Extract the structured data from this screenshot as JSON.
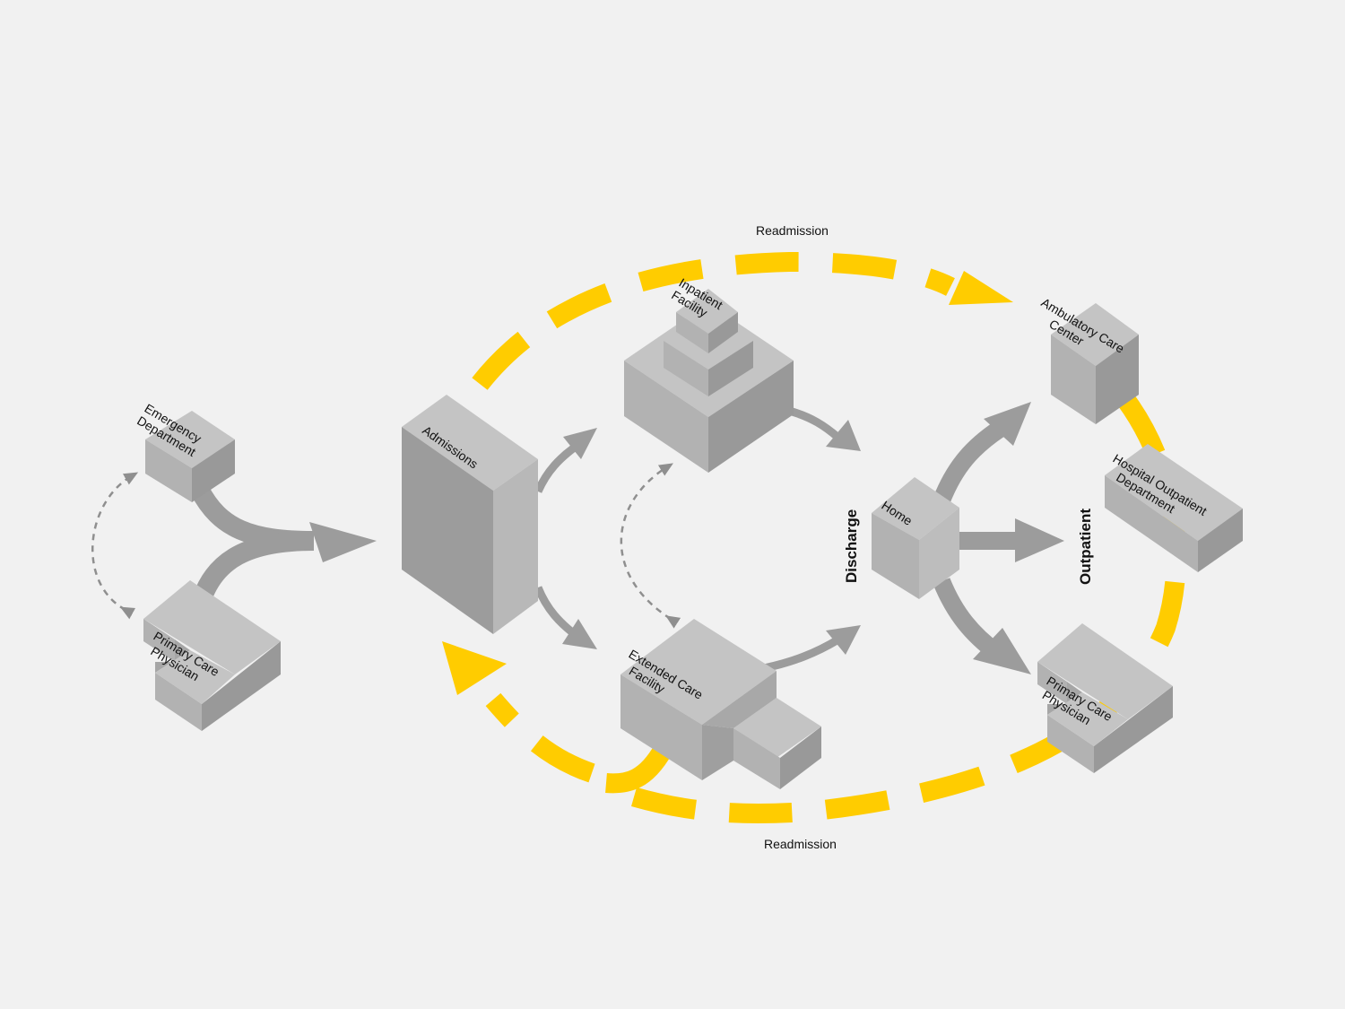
{
  "colors": {
    "background": "#f1f1f1",
    "readmission_loop": "#ffcc00",
    "flow_arrow": "#9c9c9c",
    "dashed_arrow": "#8f8f8f",
    "block_top": "#c4c4c4",
    "block_left": "#b2b2b2",
    "block_right": "#999999"
  },
  "nodes": {
    "emergency_department": {
      "line1": "Emergency",
      "line2": "Department",
      "icon": "cube-building-icon"
    },
    "primary_care_left": {
      "line1": "Primary Care",
      "line2": "Physician",
      "icon": "stepped-building-icon"
    },
    "admissions": {
      "label": "Admissions",
      "icon": "tall-building-icon"
    },
    "inpatient_facility": {
      "line1": "Inpatient",
      "line2": "Facility",
      "icon": "tiered-building-icon"
    },
    "extended_care_facility": {
      "line1": "Extended Care",
      "line2": "Facility",
      "icon": "l-shaped-building-icon"
    },
    "home": {
      "label": "Home",
      "icon": "house-cube-icon"
    },
    "ambulatory_care_center": {
      "line1": "Ambulatory Care",
      "line2": "Center",
      "icon": "cube-building-icon"
    },
    "hospital_outpatient_department": {
      "line1": "Hospital Outpatient",
      "line2": "Department",
      "icon": "flat-building-icon"
    },
    "primary_care_right": {
      "line1": "Primary Care",
      "line2": "Physician",
      "icon": "stepped-building-icon"
    }
  },
  "stage_labels": {
    "discharge": "Discharge",
    "outpatient": "Outpatient"
  },
  "loop_labels": {
    "top": "Readmission",
    "bottom": "Readmission"
  }
}
